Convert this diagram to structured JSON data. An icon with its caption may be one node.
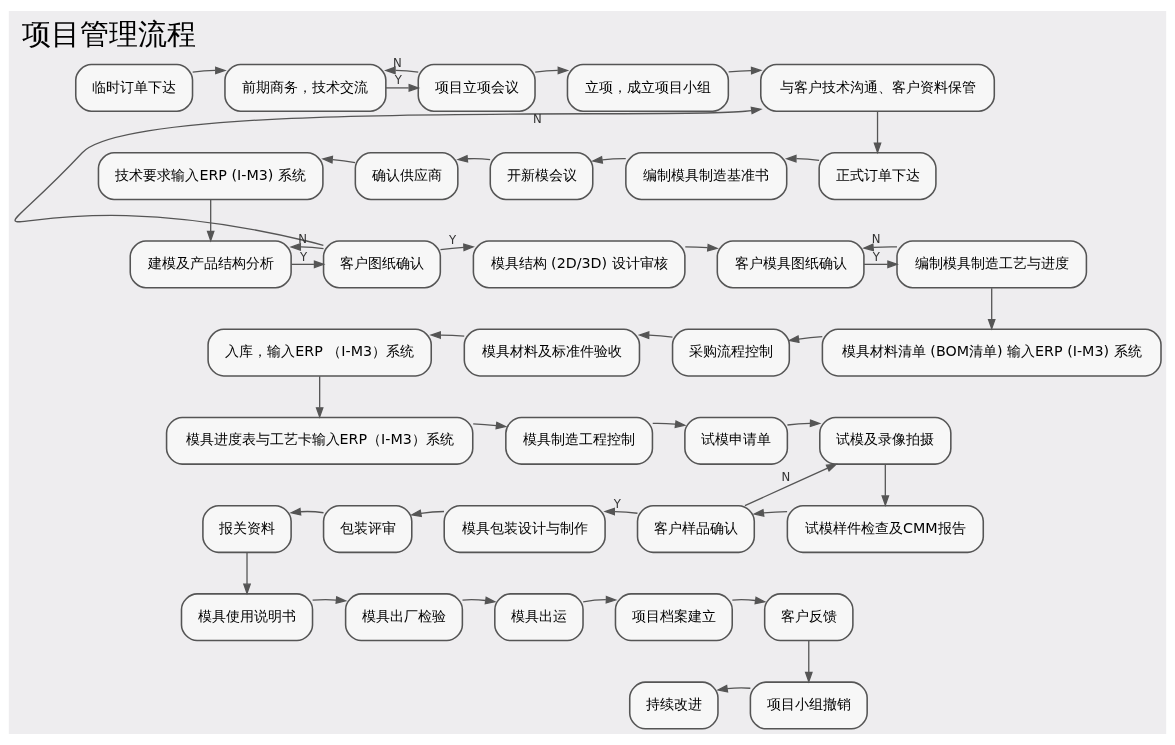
{
  "diagram": {
    "title": "项目管理流程",
    "nodes": [
      {
        "text": [
          "临时订单下达"
        ]
      },
      {
        "text": [
          "前期商务，技术交流"
        ]
      },
      {
        "text": [
          "项目立项会议"
        ]
      },
      {
        "text": [
          "立项，成立项目小组"
        ]
      },
      {
        "text": [
          "与客户技术沟通、客户资料保管"
        ]
      },
      {
        "text": [
          "技术要求输入ERP (I-M3) 系统"
        ]
      },
      {
        "text": [
          "确认供应商"
        ]
      },
      {
        "text": [
          "开新模会议"
        ]
      },
      {
        "text": [
          "编制模具制造基准书"
        ]
      },
      {
        "text": [
          "正式订单下达"
        ]
      },
      {
        "text": [
          "建模及产品结构分析"
        ]
      },
      {
        "text": [
          "客户图纸确认"
        ]
      },
      {
        "text": [
          "模具结构 (2D/3D) 设计审核"
        ]
      },
      {
        "text": [
          "客户模具图纸确认"
        ]
      },
      {
        "text": [
          "编制模具制造工艺与进度"
        ]
      },
      {
        "text": [
          "入库，输入ERP （I-M3）系统"
        ]
      },
      {
        "text": [
          "模具材料及标准件验收"
        ]
      },
      {
        "text": [
          "采购流程控制"
        ]
      },
      {
        "text": [
          "模具材料清单 (BOM清单) 输入ERP (I-M3) 系统"
        ]
      },
      {
        "text": [
          "模具进度表与工艺卡输入ERP（I-M3）系统"
        ]
      },
      {
        "text": [
          "模具制造工程控制"
        ]
      },
      {
        "text": [
          "试模申请单"
        ]
      },
      {
        "text": [
          "试模及录像拍摄"
        ]
      },
      {
        "text": [
          "报关资料"
        ]
      },
      {
        "text": [
          "包装评审"
        ]
      },
      {
        "text": [
          "模具包装设计与制作"
        ]
      },
      {
        "text": [
          "客户样品确认"
        ]
      },
      {
        "text": [
          "试模样件检查及CMM报告"
        ]
      },
      {
        "text": [
          "模具使用说明书"
        ]
      },
      {
        "text": [
          "模具出厂检验"
        ]
      },
      {
        "text": [
          "模具出运"
        ]
      },
      {
        "text": [
          "项目档案建立"
        ]
      },
      {
        "text": [
          "客户反馈"
        ]
      },
      {
        "text": [
          "持续改进"
        ]
      },
      {
        "text": [
          "项目小组撤销"
        ]
      }
    ],
    "edges": [
      {
        "from": 0,
        "to": 1,
        "arrow": "to"
      },
      {
        "from": 1,
        "to": 2,
        "arrow": "to",
        "label": "Y"
      },
      {
        "from": 2,
        "to": 1,
        "arrow": "to",
        "label": "N"
      },
      {
        "from": 2,
        "to": 3,
        "arrow": "to"
      },
      {
        "from": 3,
        "to": 4,
        "arrow": "to"
      },
      {
        "from": 4,
        "to": 9,
        "arrow": "to"
      },
      {
        "from": 9,
        "to": 8,
        "arrow": "to"
      },
      {
        "from": 8,
        "to": 7,
        "arrow": "to"
      },
      {
        "from": 7,
        "to": 6,
        "arrow": "to"
      },
      {
        "from": 6,
        "to": 5,
        "arrow": "to"
      },
      {
        "from": 5,
        "to": 10,
        "arrow": "to"
      },
      {
        "from": 10,
        "to": 11,
        "arrow": "to",
        "label": "Y"
      },
      {
        "from": 11,
        "to": 10,
        "arrow": "to",
        "label": "N"
      },
      {
        "from": 11,
        "to": 4,
        "arrow": "to",
        "label": "N"
      },
      {
        "from": 11,
        "to": 12,
        "arrow": "to",
        "label": "Y"
      },
      {
        "from": 12,
        "to": 13,
        "arrow": "to"
      },
      {
        "from": 13,
        "to": 14,
        "arrow": "to",
        "label": "Y"
      },
      {
        "from": 14,
        "to": 13,
        "arrow": "to",
        "label": "N"
      },
      {
        "from": 14,
        "to": 18,
        "arrow": "to"
      },
      {
        "from": 18,
        "to": 17,
        "arrow": "to"
      },
      {
        "from": 17,
        "to": 16,
        "arrow": "to"
      },
      {
        "from": 16,
        "to": 15,
        "arrow": "to"
      },
      {
        "from": 15,
        "to": 19,
        "arrow": "to"
      },
      {
        "from": 19,
        "to": 20,
        "arrow": "to"
      },
      {
        "from": 20,
        "to": 21,
        "arrow": "to"
      },
      {
        "from": 21,
        "to": 22,
        "arrow": "to"
      },
      {
        "from": 22,
        "to": 27,
        "arrow": "to"
      },
      {
        "from": 27,
        "to": 26,
        "arrow": "to"
      },
      {
        "from": 26,
        "to": 22,
        "arrow": "to",
        "label": "N"
      },
      {
        "from": 26,
        "to": 25,
        "arrow": "to",
        "label": "Y"
      },
      {
        "from": 25,
        "to": 24,
        "arrow": "to"
      },
      {
        "from": 24,
        "to": 23,
        "arrow": "to"
      },
      {
        "from": 23,
        "to": 28,
        "arrow": "to"
      },
      {
        "from": 28,
        "to": 29,
        "arrow": "to"
      },
      {
        "from": 29,
        "to": 30,
        "arrow": "to"
      },
      {
        "from": 30,
        "to": 31,
        "arrow": "to"
      },
      {
        "from": 31,
        "to": 32,
        "arrow": "to"
      },
      {
        "from": 32,
        "to": 34,
        "arrow": "to"
      },
      {
        "from": 34,
        "to": 33,
        "arrow": "to"
      }
    ]
  }
}
